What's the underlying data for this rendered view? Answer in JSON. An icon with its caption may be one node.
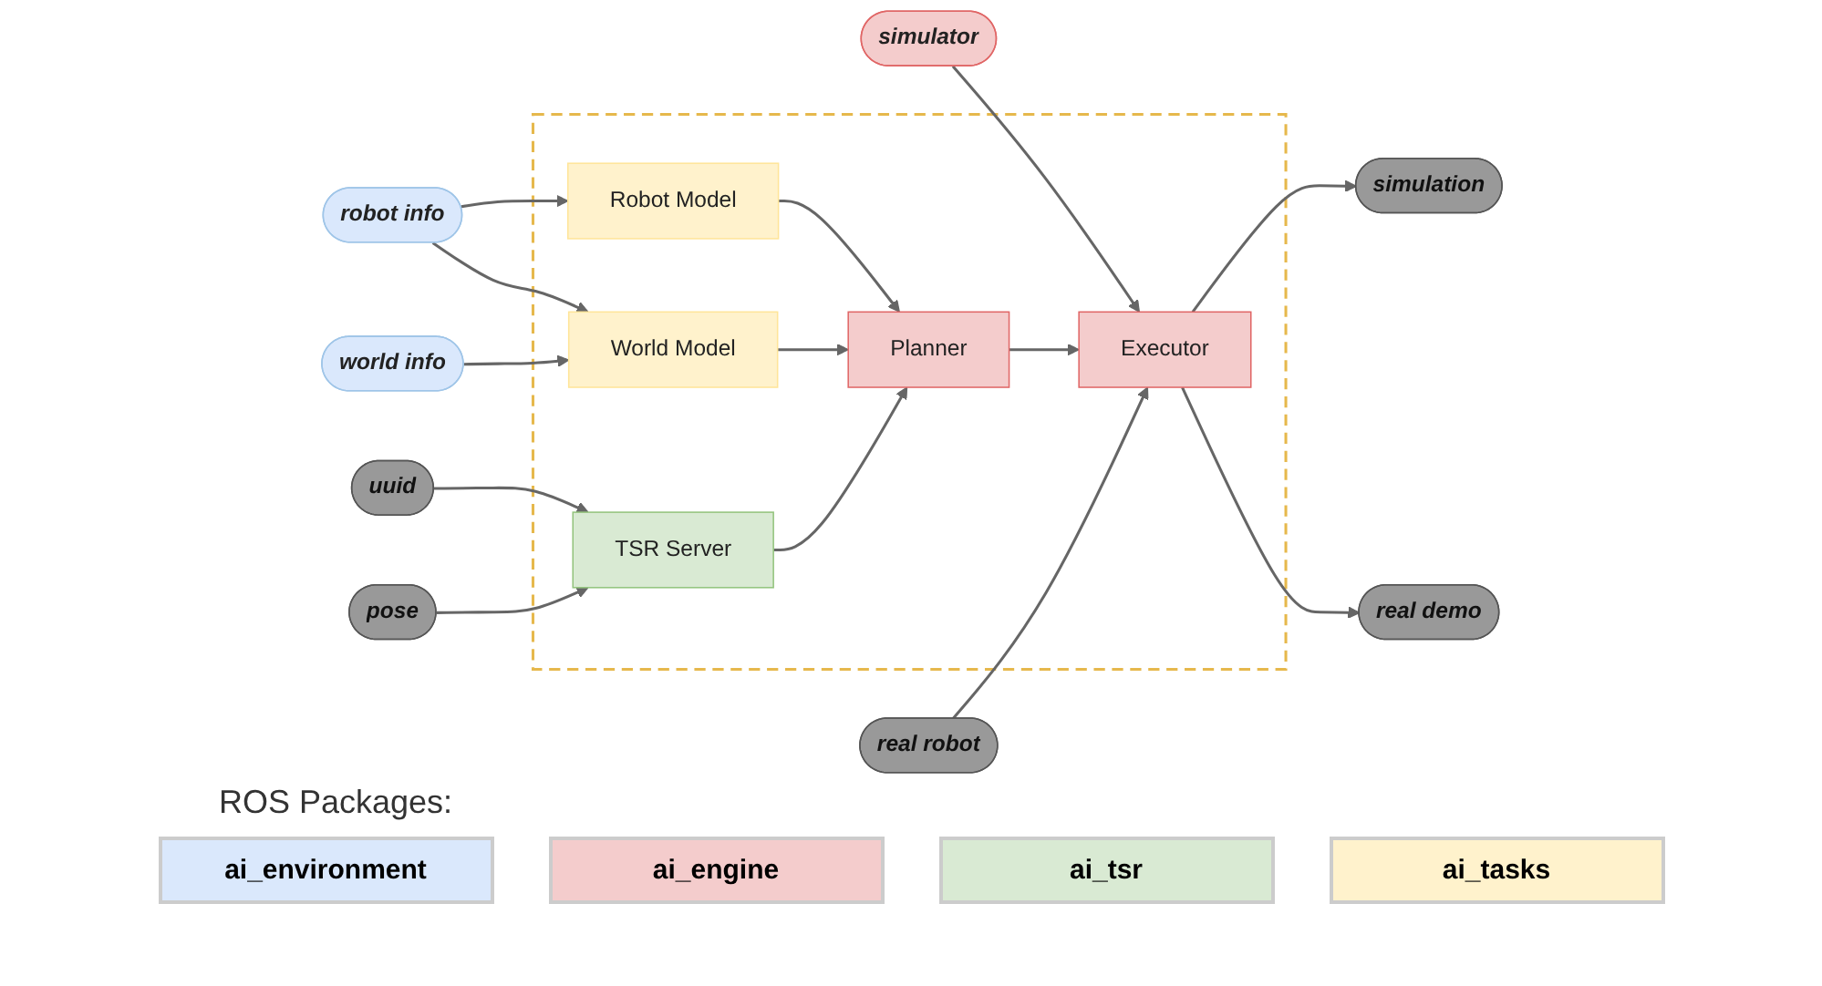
{
  "diagram": {
    "nodes": [
      {
        "text": [
          "robot info"
        ]
      },
      {
        "text": [
          "world info"
        ]
      },
      {
        "text": [
          "simulator"
        ]
      },
      {
        "text": [],
        "shape": "box"
      },
      {
        "text": [
          "Robot Model"
        ],
        "in": 3
      },
      {
        "text": [
          "World Model"
        ],
        "in": 3
      },
      {
        "text": [
          "uuid"
        ]
      },
      {
        "text": [
          "TSR Server"
        ],
        "in": 3
      },
      {
        "text": [
          "Planner"
        ],
        "in": 3
      },
      {
        "text": [
          "Executor"
        ],
        "in": 3
      },
      {
        "text": [
          "simulation"
        ]
      },
      {
        "text": [
          "pose"
        ]
      },
      {
        "text": [
          "real demo"
        ]
      },
      {
        "text": [
          "real robot"
        ]
      }
    ],
    "edges": [
      {
        "from": 0,
        "to": 4,
        "arrow": "to"
      },
      {
        "from": 0,
        "to": 5,
        "arrow": "to"
      },
      {
        "from": 1,
        "to": 5,
        "arrow": "to"
      },
      {
        "from": 4,
        "to": 8,
        "arrow": "to"
      },
      {
        "from": 5,
        "to": 8,
        "arrow": "to"
      },
      {
        "from": 2,
        "to": 9,
        "arrow": "to"
      },
      {
        "from": 6,
        "to": 7,
        "arrow": "to"
      },
      {
        "from": 11,
        "to": 7,
        "arrow": "to"
      },
      {
        "from": 7,
        "to": 8,
        "arrow": "to"
      },
      {
        "from": 8,
        "to": 9,
        "arrow": "to"
      },
      {
        "from": 9,
        "to": 10,
        "arrow": "to"
      },
      {
        "from": 9,
        "to": 12,
        "arrow": "to"
      },
      {
        "from": 13,
        "to": 9,
        "arrow": "to"
      }
    ],
    "labels": [
      "ROS Packages:"
    ],
    "legend": [
      {
        "text": "ai_environment",
        "color": "#dae8fc"
      },
      {
        "text": "ai_engine",
        "color": "#f4cccc"
      },
      {
        "text": "ai_tsr",
        "color": "#d9ead3"
      },
      {
        "text": "ai_tasks",
        "color": "#fff2cc"
      }
    ]
  }
}
